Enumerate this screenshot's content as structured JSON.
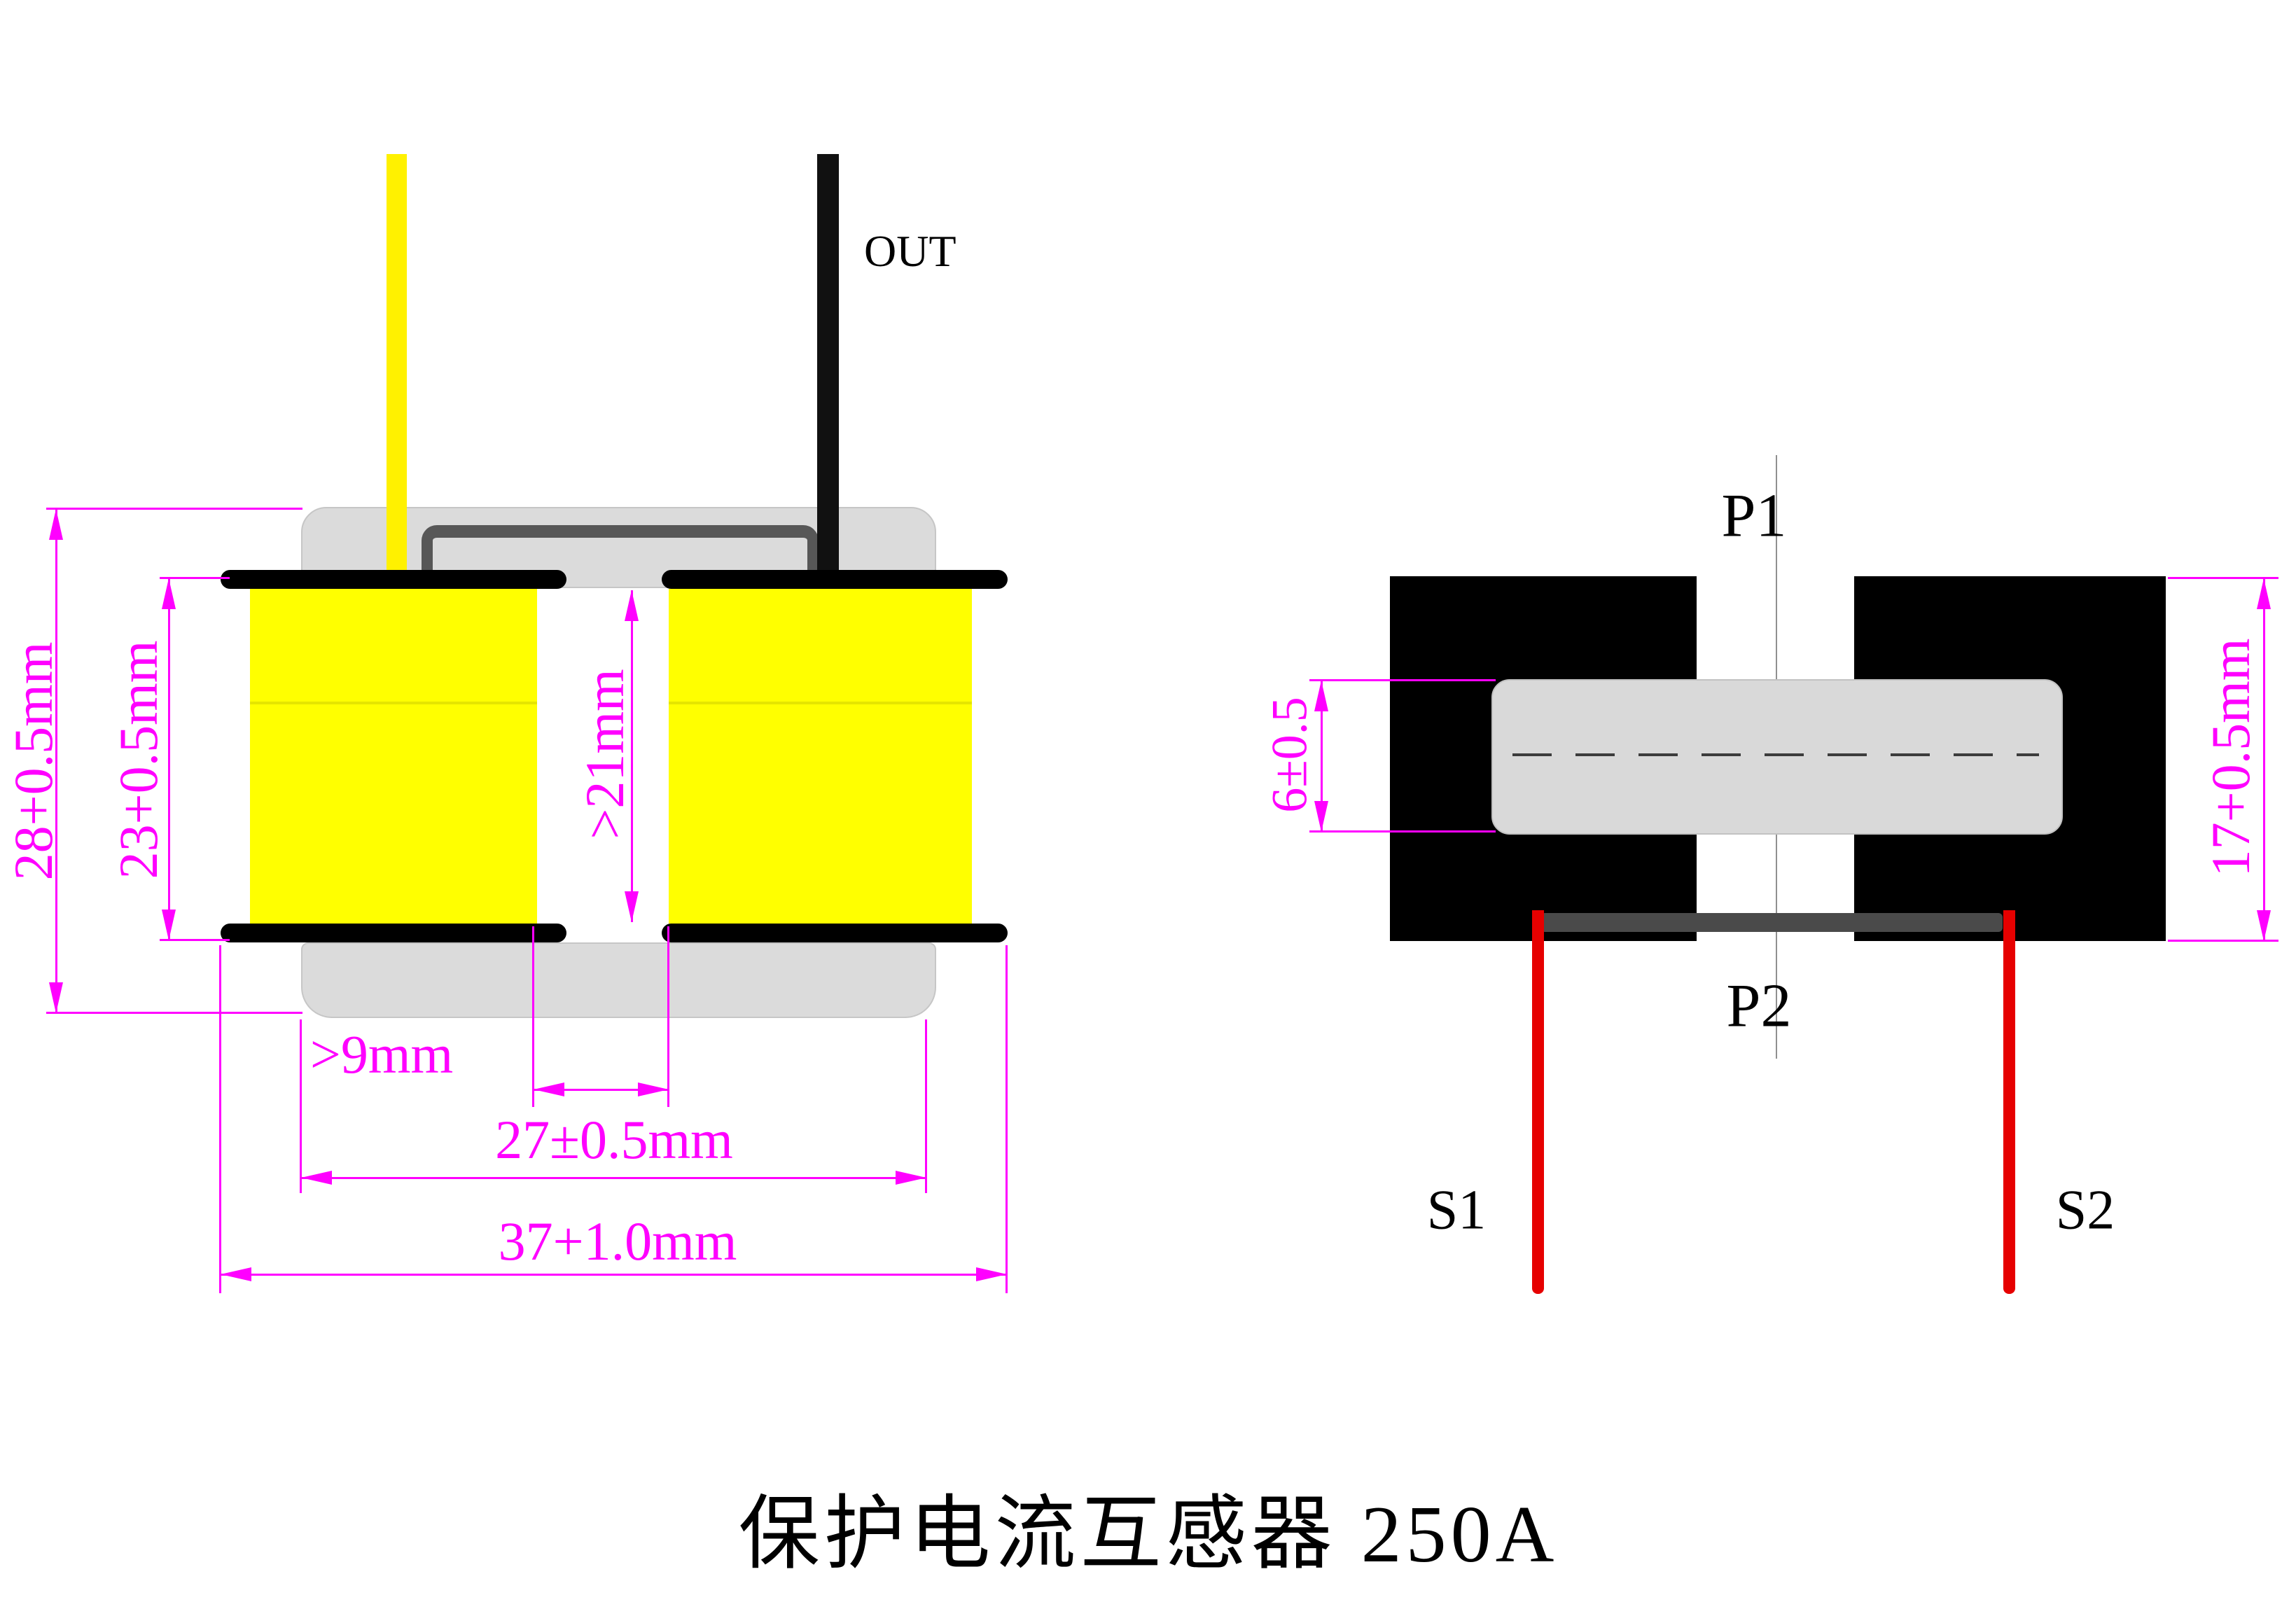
{
  "title": "保护电流互感器 250A",
  "front_view": {
    "out_label": "OUT",
    "dim_overall_height": "28+0.5mm",
    "dim_winding_height": "23+0.5mm",
    "dim_window_height": ">21mm",
    "dim_window_width": ">9mm",
    "dim_core_width": "27±0.5mm",
    "dim_overall_width": "37+1.0mm"
  },
  "side_view": {
    "label_p1": "P1",
    "label_p2": "P2",
    "label_s1": "S1",
    "label_s2": "S2",
    "dim_core_thickness": "6±0.5",
    "dim_overall_thickness": "17+0.5mm"
  },
  "colors": {
    "dimension_magenta": "#FF00FF",
    "coil_yellow": "#FFFF00",
    "core_gray": "#DBDBDB",
    "window_frame_gray": "#575757",
    "lead_red": "#E60000",
    "lead_yellow": "#FFF100",
    "lead_black": "#111111"
  }
}
